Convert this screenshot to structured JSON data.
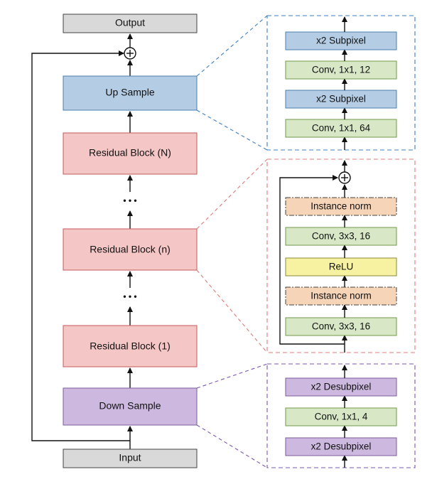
{
  "main": {
    "output": "Output",
    "up_sample": "Up Sample",
    "residual_block_N": "Residual Block (N)",
    "residual_block_n": "Residual Block (n)",
    "residual_block_1": "Residual Block (1)",
    "down_sample": "Down Sample",
    "input": "Input",
    "ellipsis": "• • •"
  },
  "upsample_detail": [
    "x2 Subpixel",
    "Conv, 1x1, 12",
    "x2 Subpixel",
    "Conv, 1x1, 64"
  ],
  "residual_detail": [
    "Instance norm",
    "Conv, 3x3, 16",
    "ReLU",
    "Instance norm",
    "Conv, 3x3, 16"
  ],
  "downsample_detail": [
    "x2 Desubpixel",
    "Conv, 1x1, 4",
    "x2 Desubpixel"
  ],
  "colors": {
    "gray_fill": "#d9d9d9",
    "up_fill": "#b4cde4",
    "up_stroke": "#4a7fae",
    "residual_fill": "#f5c6c6",
    "residual_stroke": "#c55a5a",
    "down_fill": "#cdb9df",
    "down_stroke": "#7b5a9c",
    "conv_fill": "#d8e8c6",
    "conv_stroke": "#6f9a4a",
    "norm_fill": "#f6d4b8",
    "norm_stroke": "#444444",
    "relu_fill": "#f6f2a2",
    "relu_stroke": "#8a8a3a",
    "up_dash": "#3a7fc4",
    "residual_dash": "#e07a78",
    "down_dash": "#7a55b0"
  }
}
